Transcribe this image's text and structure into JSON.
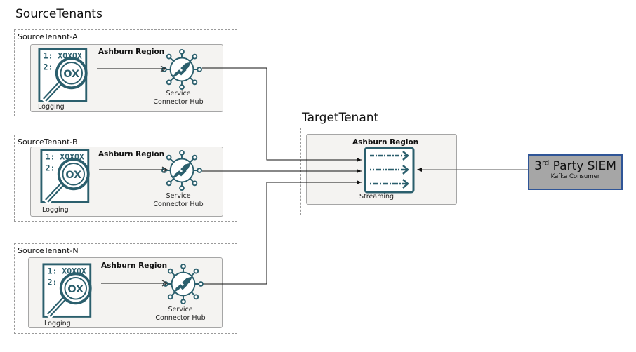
{
  "source_section_title": "SourceTenants",
  "target_section_title": "TargetTenant",
  "tenants": [
    {
      "name": "SourceTenant-A",
      "region": "Ashburn Region",
      "logging_label": "Logging",
      "hub_label_1": "Service",
      "hub_label_2": "Connector Hub"
    },
    {
      "name": "SourceTenant-B",
      "region": "Ashburn Region",
      "logging_label": "Logging",
      "hub_label_1": "Service",
      "hub_label_2": "Connector Hub"
    },
    {
      "name": "SourceTenant-N",
      "region": "Ashburn Region",
      "logging_label": "Logging",
      "hub_label_1": "Service",
      "hub_label_2": "Connector Hub"
    }
  ],
  "logging_icon_text": {
    "line1": "1: XOXOX",
    "line2": "2: XO",
    "lens": "OX"
  },
  "target": {
    "region": "Ashburn Region",
    "streaming_label": "Streaming"
  },
  "siem": {
    "title_prefix": "3",
    "title_sup": "rd",
    "title_rest": " Party SIEM",
    "subtitle": "Kafka Consumer"
  },
  "colors": {
    "icon_teal": "#2b5f6d",
    "siem_fill": "#a6a6a6",
    "siem_border": "#2f5597"
  }
}
